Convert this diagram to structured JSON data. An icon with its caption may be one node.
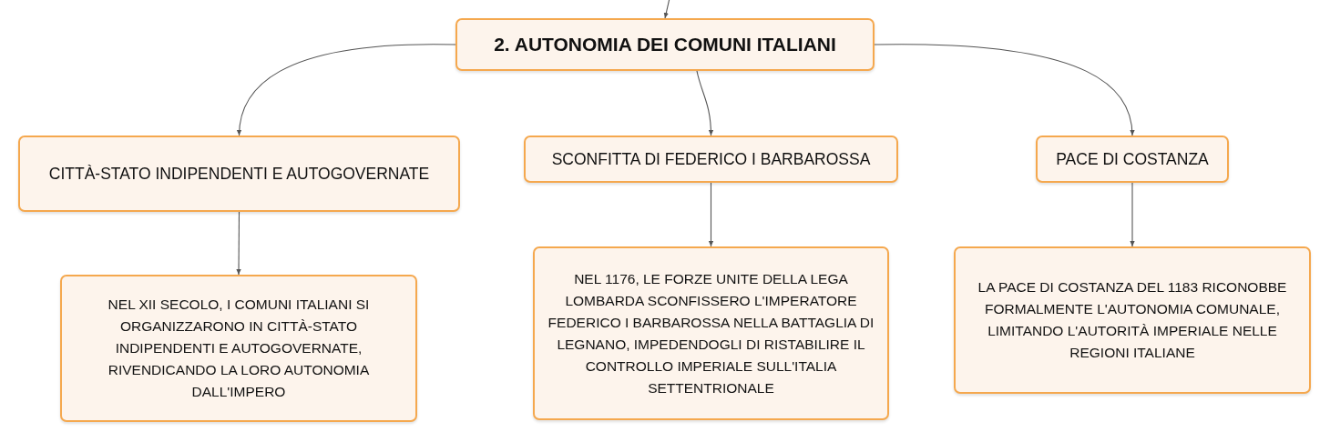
{
  "diagram": {
    "nodes": [
      {
        "text": [
          "2. AUTONOMIA DEI COMUNI ITALIANI"
        ]
      },
      {
        "text": [
          "CITTÀ-STATO INDIPENDENTI E AUTOGOVERNATE"
        ]
      },
      {
        "text": [
          "SCONFITTA DI FEDERICO I BARBAROSSA"
        ]
      },
      {
        "text": [
          "PACE DI COSTANZA"
        ]
      },
      {
        "text": [
          "NEL XII SECOLO, I COMUNI ITALIANI SI ORGANIZZARONO IN CITTÀ-STATO INDIPENDENTI E AUTOGOVERNATE, RIVENDICANDO LA LORO AUTONOMIA DALL'IMPERO"
        ]
      },
      {
        "text": [
          "NEL 1176, LE FORZE UNITE DELLA LEGA LOMBARDA SCONFISSERO L'IMPERATORE FEDERICO I BARBAROSSA NELLA BATTAGLIA DI LEGNANO, IMPEDENDOGLI DI RISTABILIRE IL CONTROLLO IMPERIALE SULL'ITALIA SETTENTRIONALE"
        ]
      },
      {
        "text": [
          "LA PACE DI COSTANZA DEL 1183 RICONOBBE FORMALMENTE L'AUTONOMIA COMUNALE, LIMITANDO L'AUTORITÀ IMPERIALE NELLE REGIONI ITALIANE"
        ]
      }
    ],
    "edges": [
      {
        "from": null,
        "to": 0,
        "arrow": "to"
      },
      {
        "from": 0,
        "to": 1,
        "arrow": "to"
      },
      {
        "from": 0,
        "to": 2,
        "arrow": "to"
      },
      {
        "from": 0,
        "to": 3,
        "arrow": "to"
      },
      {
        "from": 1,
        "to": 4,
        "arrow": "to"
      },
      {
        "from": 2,
        "to": 5,
        "arrow": "to"
      },
      {
        "from": 3,
        "to": 6,
        "arrow": "to"
      }
    ]
  }
}
